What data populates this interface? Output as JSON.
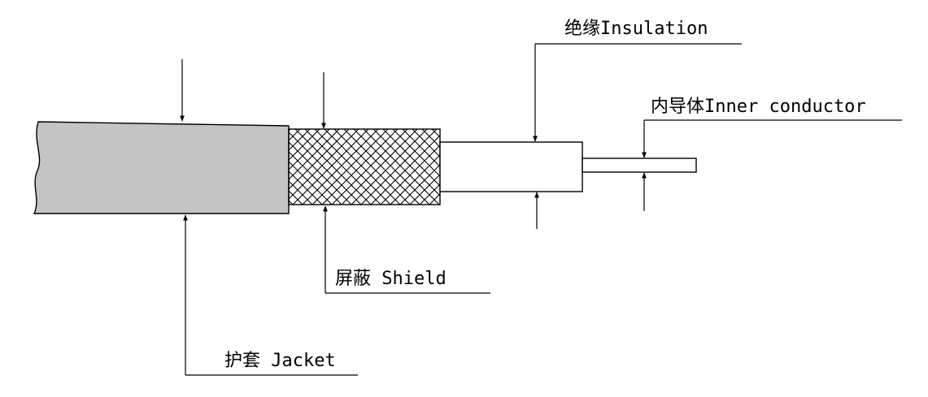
{
  "labels": {
    "insulation": "绝缘Insulation",
    "inner_conductor": "内导体Inner conductor",
    "shield": "屏蔽 Shield",
    "jacket": "护套 Jacket"
  },
  "colors": {
    "jacket_fill": "#c4c4c4",
    "line": "#000000",
    "background": "#ffffff"
  }
}
